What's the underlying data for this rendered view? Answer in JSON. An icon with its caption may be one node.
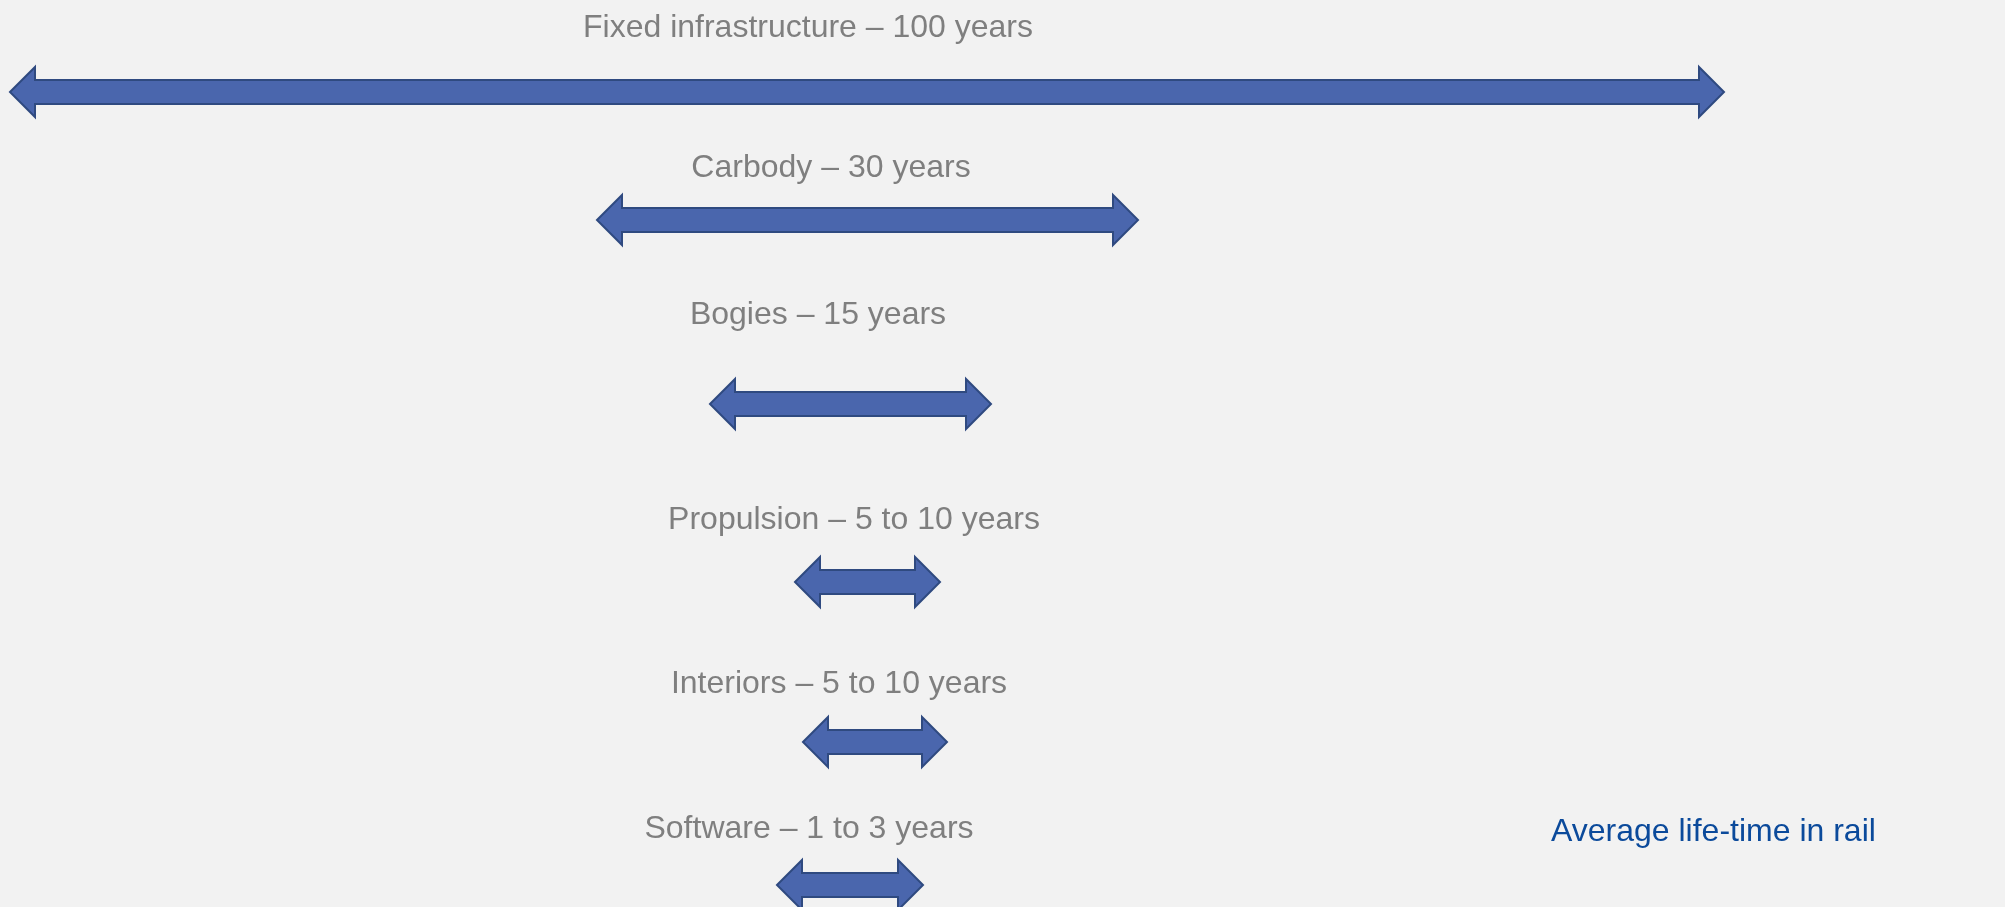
{
  "diagram": {
    "labels": [
      "Fixed infrastructure – 100 years",
      "Carbody – 30 years",
      "Bogies – 15 years",
      "Propulsion – 5 to 10 years",
      "Interiors – 5 to 10 years",
      "Software – 1 to 3 years",
      "Average life-time in rail"
    ]
  }
}
